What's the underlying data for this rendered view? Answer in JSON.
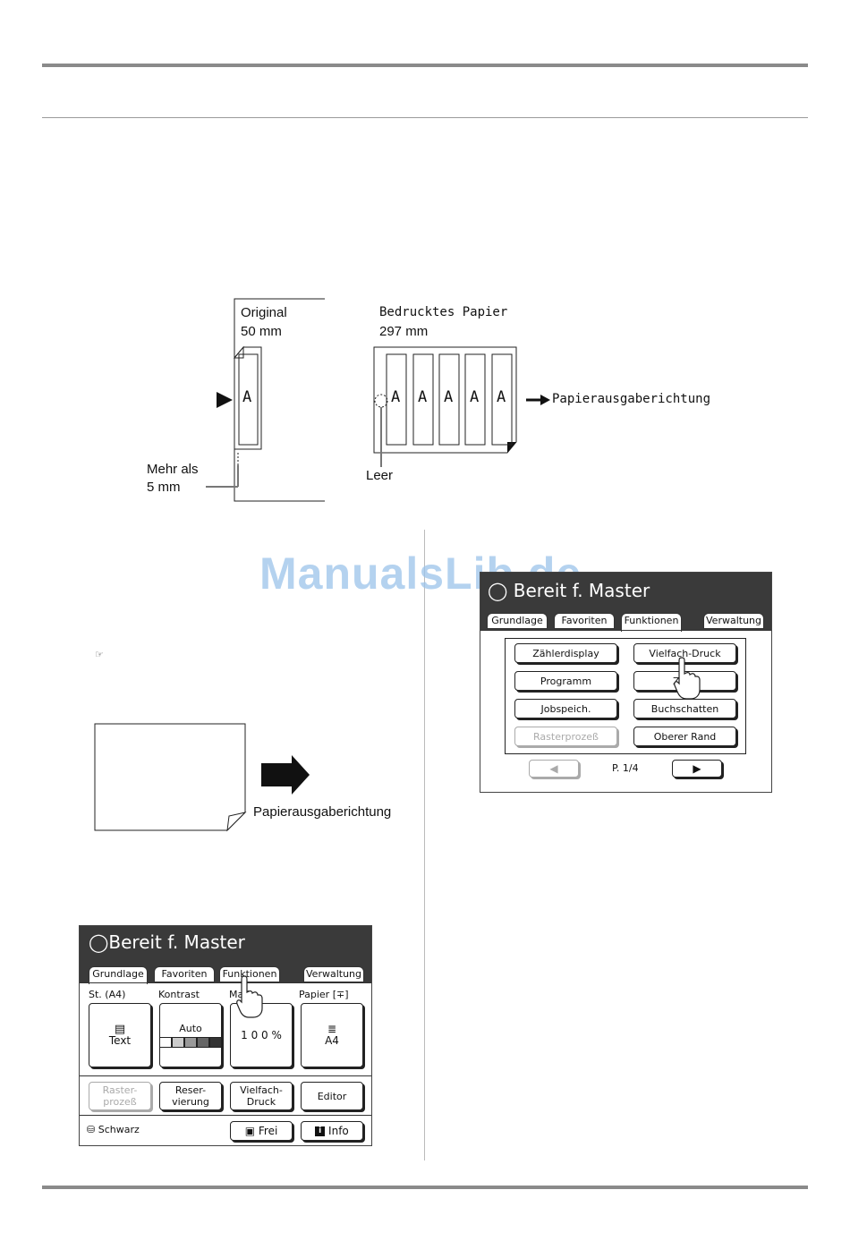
{
  "watermark": "ManualsLib.de",
  "diagram_left": {
    "original_label": "Original",
    "original_size": "50 mm",
    "mehr_als": "Mehr als",
    "five_mm": "5 mm",
    "letter": "A"
  },
  "diagram_right": {
    "title": "Bedrucktes Papier",
    "size": "297 mm",
    "letters": [
      "A",
      "A",
      "A",
      "A",
      "A"
    ],
    "leer": "Leer",
    "direction": "Papierausgaberichtung"
  },
  "paper_illustration": {
    "direction": "Papierausgaberichtung"
  },
  "note_icon": "pointing-hand-icon",
  "screen_top": {
    "status": "Bereit f. Master",
    "tabs": [
      "Grundlage",
      "Favoriten",
      "Funktionen",
      "Verwaltung"
    ],
    "active_tab": "Funktionen",
    "buttons_left": [
      "Zählerdisplay",
      "Programm",
      "Jobspeich.",
      "Rasterprozeß"
    ],
    "buttons_right": [
      "Vielfach-Druck",
      "Zw h",
      "Buchschatten",
      "Oberer Rand"
    ],
    "page_indicator": "P. 1/4"
  },
  "screen_bottom": {
    "status": "Bereit f. Master",
    "tabs": [
      "Grundlage",
      "Favoriten",
      "Funktionen",
      "Verwaltung"
    ],
    "active_tab": "Grundlage",
    "field_labels": [
      "St. (A4)",
      "Kontrast",
      "Ma    b",
      "Papier [∓]"
    ],
    "text_btn": "Text",
    "auto_btn": "Auto",
    "scale_btn": "1 0 0 %",
    "paper_btn": "A4",
    "mid_buttons": [
      "Raster-\nprozeß",
      "Reser-\nvierung",
      "Vielfach-\nDruck",
      "Editor"
    ],
    "ink": "Schwarz",
    "frei": "Frei",
    "info": "Info"
  }
}
